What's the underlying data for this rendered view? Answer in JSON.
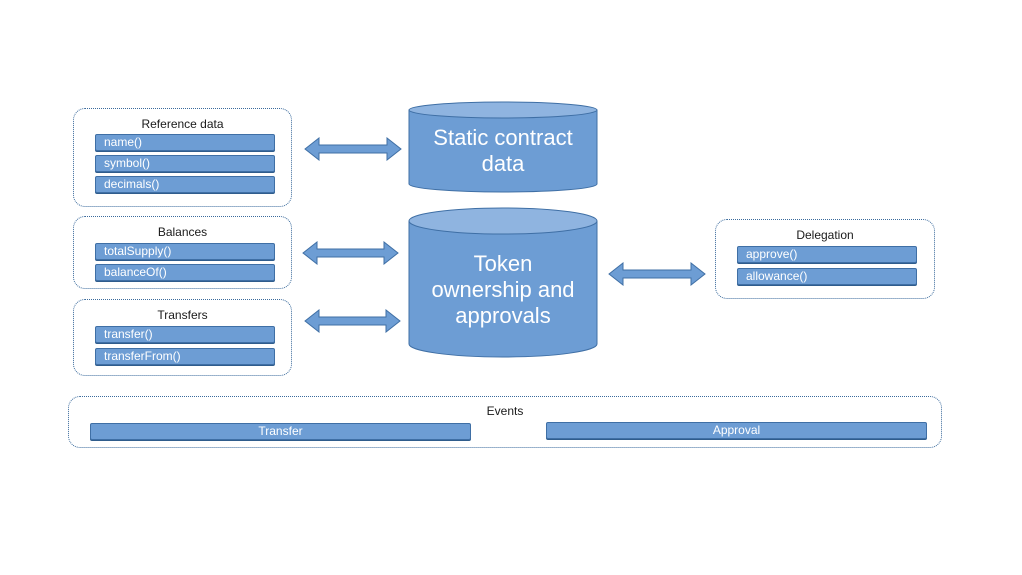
{
  "reference": {
    "title": "Reference data",
    "items": [
      "name()",
      "symbol()",
      "decimals()"
    ]
  },
  "balances": {
    "title": "Balances",
    "items": [
      "totalSupply()",
      "balanceOf()"
    ]
  },
  "transfers": {
    "title": "Transfers",
    "items": [
      "transfer()",
      "transferFrom()"
    ]
  },
  "delegation": {
    "title": "Delegation",
    "items": [
      "approve()",
      "allowance()"
    ]
  },
  "events": {
    "title": "Events",
    "items": [
      "Transfer",
      "Approval"
    ]
  },
  "static_store": {
    "line1": "Static contract",
    "line2": "data"
  },
  "token_store": {
    "line1": "Token",
    "line2": "ownership and",
    "line3": "approvals"
  },
  "colors": {
    "fill": "#6d9dd4",
    "stroke": "#3f6fa5",
    "cylinder_top": "#8fb4e0",
    "group_border": "#3a6a9c"
  }
}
